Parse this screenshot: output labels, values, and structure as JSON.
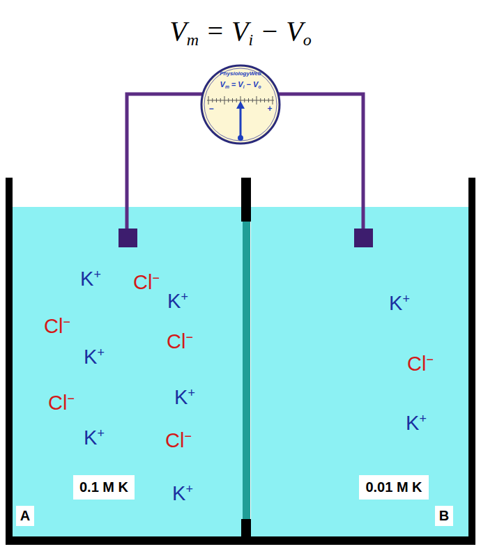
{
  "diagram": {
    "title": "Vm = Vi − Vo",
    "nodes": [
      {
        "text": [
          "PhysiologyWeb",
          "Vm = Vi − Vo",
          "−",
          "+"
        ]
      },
      {
        "text": [
          "0.1 M K"
        ]
      },
      {
        "text": [
          "A"
        ]
      },
      {
        "text": [
          "0.01 M K"
        ]
      },
      {
        "text": [
          "B"
        ]
      }
    ],
    "labels": [
      "K+",
      "Cl−",
      "K+",
      "Cl−",
      "K+",
      "Cl−",
      "Cl−",
      "K+",
      "K+",
      "Cl−",
      "K+",
      "K+",
      "Cl−",
      "K+"
    ]
  }
}
